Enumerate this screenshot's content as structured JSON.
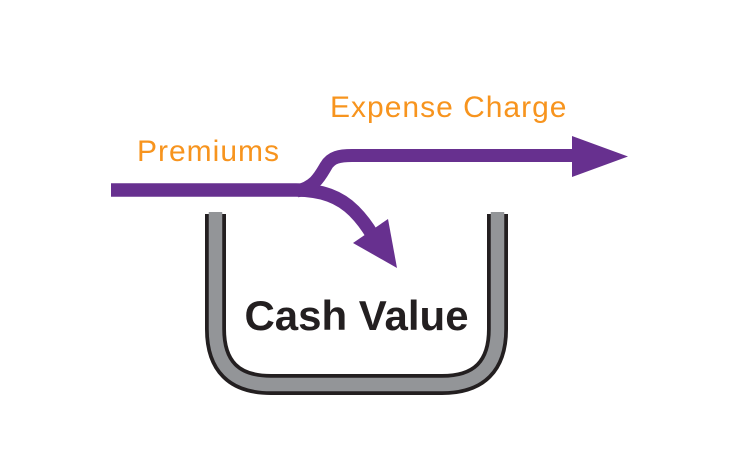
{
  "diagram": {
    "type": "flow-diagram",
    "background": "#ffffff",
    "labels": {
      "premiums": "Premiums",
      "expense_charge": "Expense Charge",
      "cash_value": "Cash Value"
    },
    "colors": {
      "flow_purple": "#67308F",
      "label_orange": "#F7941E",
      "container_band_gray": "#939598",
      "container_outline": "#231F20",
      "cash_value_text": "#231F20"
    },
    "flows": [
      {
        "name": "premiums-inflow",
        "label": "Premiums",
        "direction": "left-to-right"
      },
      {
        "name": "expense-charge-outflow",
        "label": "Expense Charge",
        "direction": "branch-up-then-right"
      },
      {
        "name": "net-premium-into-cash-value",
        "label": "",
        "direction": "branch-down-into-container"
      }
    ],
    "container": {
      "name": "cash-value-container",
      "label": "Cash Value",
      "shape": "open-top-cup"
    }
  }
}
